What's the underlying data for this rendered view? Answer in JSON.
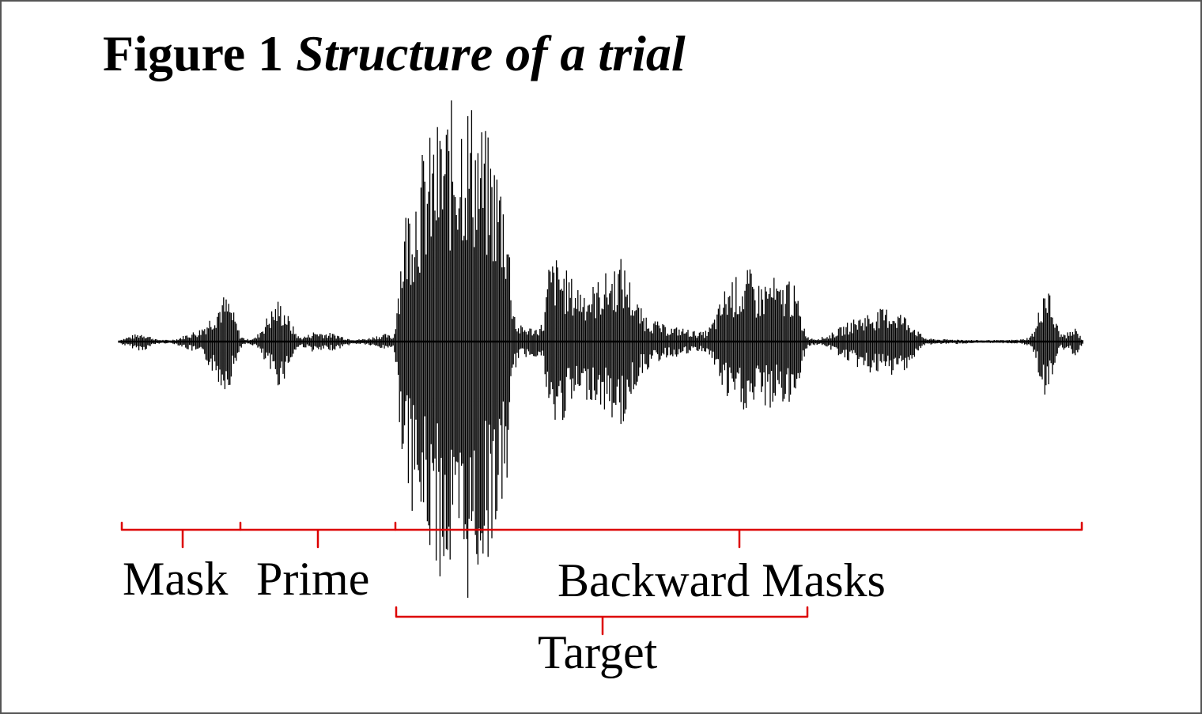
{
  "figure": {
    "title_lead": "Figure 1",
    "title_sub": "Structure of a trial"
  },
  "segments": {
    "mask": "Mask",
    "prime": "Prime",
    "backward_masks": "Backward Masks",
    "target": "Target"
  },
  "colors": {
    "bracket": "#dd0000",
    "waveform": "#000000",
    "border": "#555555"
  }
}
